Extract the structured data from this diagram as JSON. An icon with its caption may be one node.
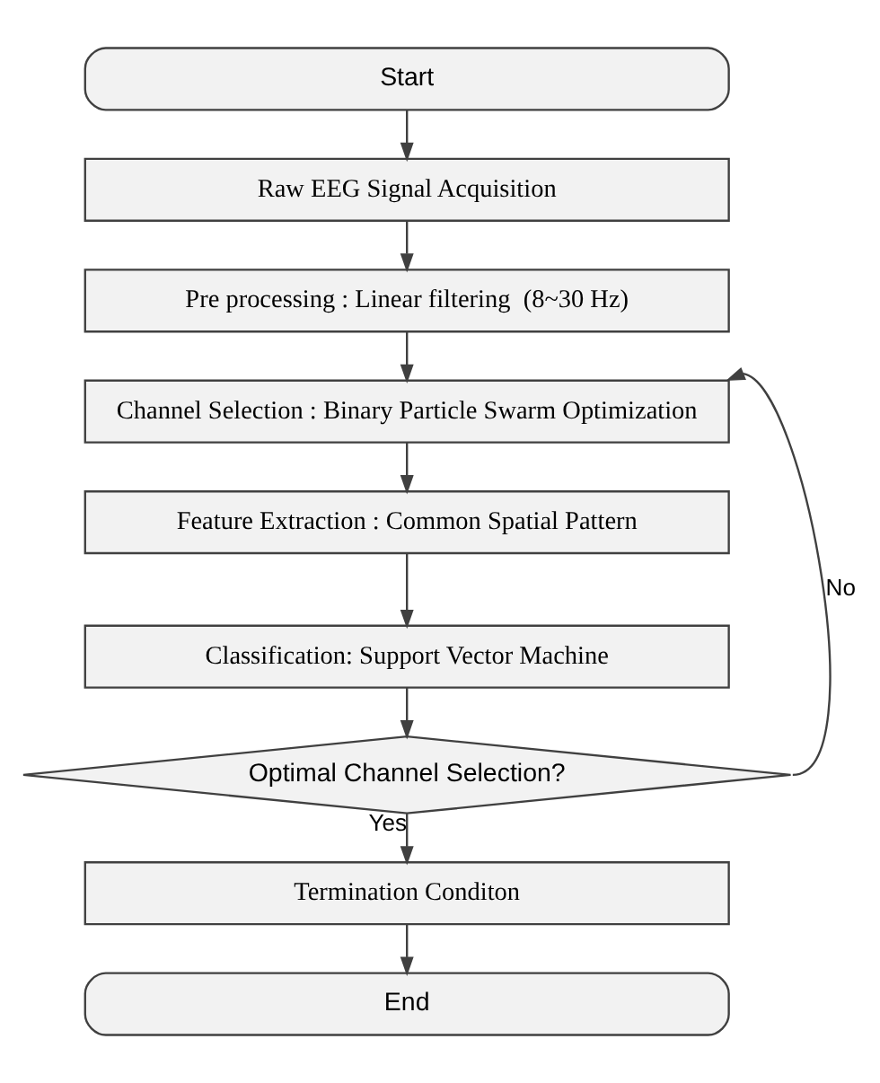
{
  "diagram": {
    "nodes": [
      {
        "text": [
          "Start"
        ]
      },
      {
        "text": [
          "Raw EEG Signal Acquisition"
        ]
      },
      {
        "text": [
          "Pre processing : Linear filtering  (8~30 Hz)"
        ]
      },
      {
        "text": [
          "Channel Selection : Binary Particle Swarm Optimization"
        ]
      },
      {
        "text": [
          "Feature Extraction : Common Spatial Pattern"
        ]
      },
      {
        "text": [
          "Classification: Support Vector Machine"
        ]
      },
      {
        "text": [
          "Optimal Channel Selection?"
        ]
      },
      {
        "text": [
          "Termination Conditon"
        ]
      },
      {
        "text": [
          "End"
        ]
      }
    ],
    "edges": [
      {
        "from": 0,
        "to": 1,
        "arrow": "to"
      },
      {
        "from": 1,
        "to": 2,
        "arrow": "to"
      },
      {
        "from": 2,
        "to": 3,
        "arrow": "to"
      },
      {
        "from": 3,
        "to": 4,
        "arrow": "to"
      },
      {
        "from": 4,
        "to": 5,
        "arrow": "to"
      },
      {
        "from": 5,
        "to": 6,
        "arrow": "to"
      },
      {
        "from": 6,
        "to": 7,
        "label": "Yes",
        "arrow": "to"
      },
      {
        "from": 6,
        "to": 3,
        "label": "No",
        "arrow": "to"
      },
      {
        "from": 7,
        "to": 8,
        "arrow": "to"
      }
    ]
  }
}
